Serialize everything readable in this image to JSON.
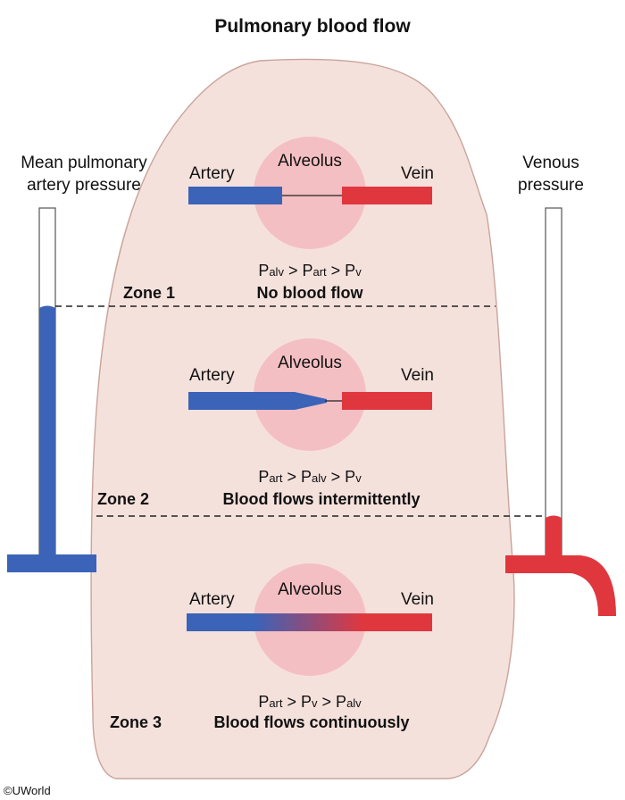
{
  "title": "Pulmonary blood flow",
  "left_label": [
    "Mean pulmonary",
    "artery pressure"
  ],
  "right_label": [
    "Venous",
    "pressure"
  ],
  "copyright": "©UWorld",
  "colors": {
    "lung_fill": "#f5e1dc",
    "lung_stroke": "#c9a49a",
    "alveolus": "#f4bfc3",
    "artery": "#3b63b8",
    "vein": "#e0373e",
    "tube_stroke": "#555555",
    "dashed_line": "#222222"
  },
  "zones": [
    {
      "artery_label": "Artery",
      "alveolus_label": "Alveolus",
      "vein_label": "Vein",
      "eq": [
        {
          "p": "P",
          "s": "alv"
        },
        {
          "op": " > "
        },
        {
          "p": "P",
          "s": "art"
        },
        {
          "op": " > "
        },
        {
          "p": "P",
          "s": "v"
        }
      ],
      "zone_label": "Zone 1",
      "flow_label": "No blood flow",
      "vessel_state": "collapsed"
    },
    {
      "artery_label": "Artery",
      "alveolus_label": "Alveolus",
      "vein_label": "Vein",
      "eq": [
        {
          "p": "P",
          "s": "art"
        },
        {
          "op": " > "
        },
        {
          "p": "P",
          "s": "alv"
        },
        {
          "op": " > "
        },
        {
          "p": "P",
          "s": "v"
        }
      ],
      "zone_label": "Zone 2",
      "flow_label": "Blood flows intermittently",
      "vessel_state": "narrowed"
    },
    {
      "artery_label": "Artery",
      "alveolus_label": "Alveolus",
      "vein_label": "Vein",
      "eq": [
        {
          "p": "P",
          "s": "art"
        },
        {
          "op": " > "
        },
        {
          "p": "P",
          "s": "v"
        },
        {
          "op": " > "
        },
        {
          "p": "P",
          "s": "alv"
        }
      ],
      "zone_label": "Zone 3",
      "flow_label": "Blood flows continuously",
      "vessel_state": "open"
    }
  ]
}
